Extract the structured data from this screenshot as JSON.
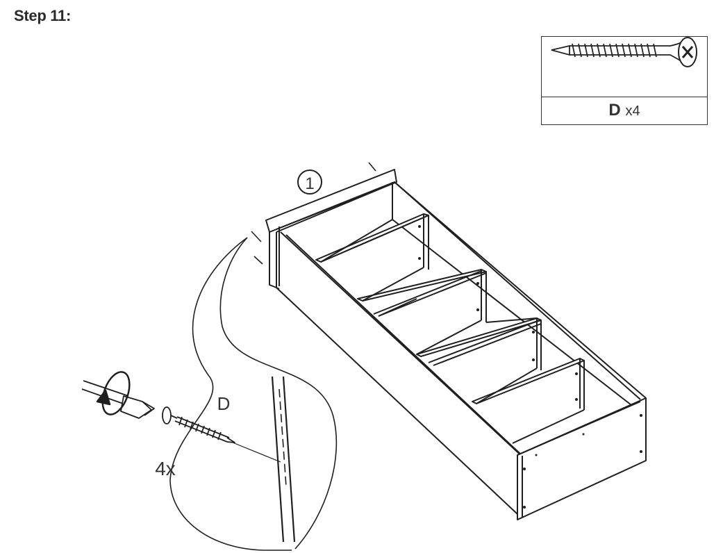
{
  "step": {
    "title": "Step 11:"
  },
  "parts": {
    "letter": "D",
    "quantity": "x4"
  },
  "callouts": {
    "panel_number": "1",
    "screw_label": "D",
    "count_label": "4x"
  },
  "icons": [
    "screwdriver-icon",
    "rotate-arrow-icon",
    "screw-icon"
  ]
}
